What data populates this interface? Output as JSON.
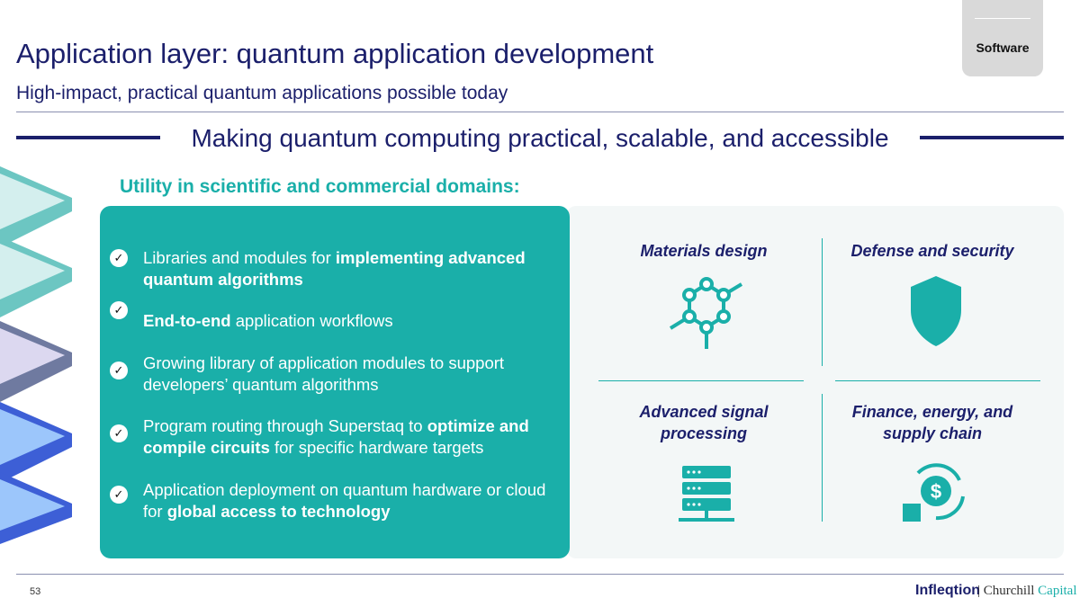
{
  "header": {
    "title": "Application layer: quantum application development",
    "subtitle": "High-impact, practical quantum applications possible today",
    "tag": "Software"
  },
  "banner": "Making quantum computing practical, scalable, and accessible",
  "section_title": "Utility in scientific and commercial domains:",
  "check_icon": "✓",
  "bullets": [
    {
      "pre": "Libraries and modules for ",
      "bold": "implementing advanced quantum algorithms",
      "post": ""
    },
    {
      "pre": "",
      "bold": "End-to-end",
      "post": " application workflows"
    },
    {
      "pre": "Growing library of application modules to support developers’ quantum algorithms",
      "bold": "",
      "post": ""
    },
    {
      "pre": "Program routing through Superstaq to ",
      "bold": "optimize and compile circuits",
      "post": " for specific hardware targets"
    },
    {
      "pre": "Application deployment on quantum hardware or cloud for ",
      "bold": "global access to technology",
      "post": ""
    }
  ],
  "domains": [
    {
      "label": "Materials design",
      "icon": "molecule-icon"
    },
    {
      "label": "Defense and security",
      "icon": "shield-icon"
    },
    {
      "label": "Advanced signal processing",
      "icon": "server-icon"
    },
    {
      "label": "Finance, energy, and supply chain",
      "icon": "dollar-cycle-icon"
    }
  ],
  "footer": {
    "page": "53",
    "logo": "Infleqtion",
    "partner_a": "| Churchill ",
    "partner_b": "Capital"
  },
  "colors": {
    "navy": "#1b1f6b",
    "teal": "#1aafa9"
  }
}
